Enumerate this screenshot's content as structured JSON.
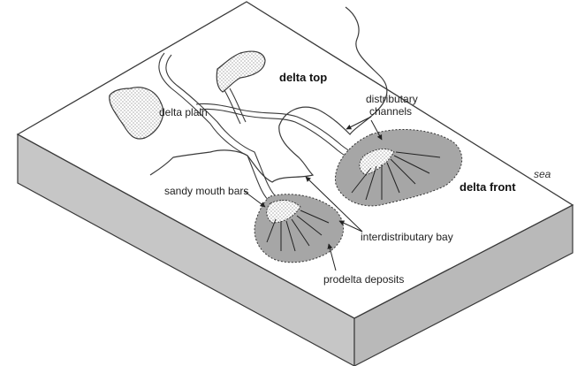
{
  "labels": {
    "delta_top": "delta top",
    "delta_plain": "delta plain",
    "distributary_line1": "distributary",
    "distributary_line2": "channels",
    "sea": "sea",
    "delta_front": "delta front",
    "sandy_mouth_bars": "sandy mouth bars",
    "interdistributary_bay": "interdistributary bay",
    "prodelta_deposits": "prodelta deposits"
  },
  "colors": {
    "prodelta_fill": "#a6a6a6",
    "side_fill": "#c4c4c4",
    "top_fill": "#ffffff",
    "line": "#3a3a3a"
  }
}
